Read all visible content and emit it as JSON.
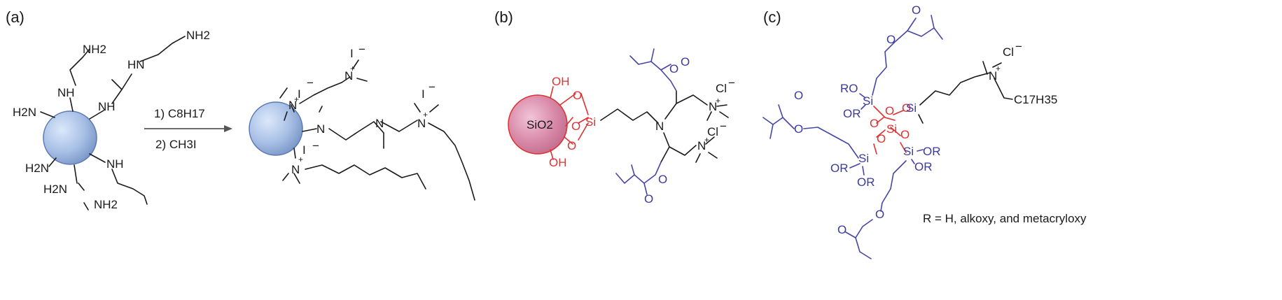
{
  "panels": {
    "a": {
      "label": "(a)",
      "reagent_1": "1) C8H17",
      "reagent_2": "2) CH3I",
      "groups": {
        "nh2": "NH2",
        "h2n": "H2N",
        "nh": "NH",
        "hn": "HN",
        "n": "N",
        "n_plus": "N",
        "plus": "+",
        "iodide": "I",
        "minus": "−"
      }
    },
    "b": {
      "label": "(b)",
      "core": "SiO2",
      "groups": {
        "oh": "OH",
        "o": "O",
        "si": "Si",
        "n": "N",
        "cl": "Cl",
        "minus": "−",
        "plus": "+"
      }
    },
    "c": {
      "label": "(c)",
      "legend": "R = H, alkoxy, and metacryloxy",
      "groups": {
        "ro": "RO",
        "or": "OR",
        "si": "Si",
        "o": "O",
        "n": "N",
        "cl": "Cl",
        "c17h35": "C17H35",
        "minus": "−",
        "plus": "+"
      }
    }
  },
  "colors": {
    "black": "#1a1a1a",
    "blue_structure": "#4545a8",
    "red_silica": "#e03030",
    "nanoparticle_fill": "#a8c0e6",
    "silica_fill": "#d889a8"
  }
}
